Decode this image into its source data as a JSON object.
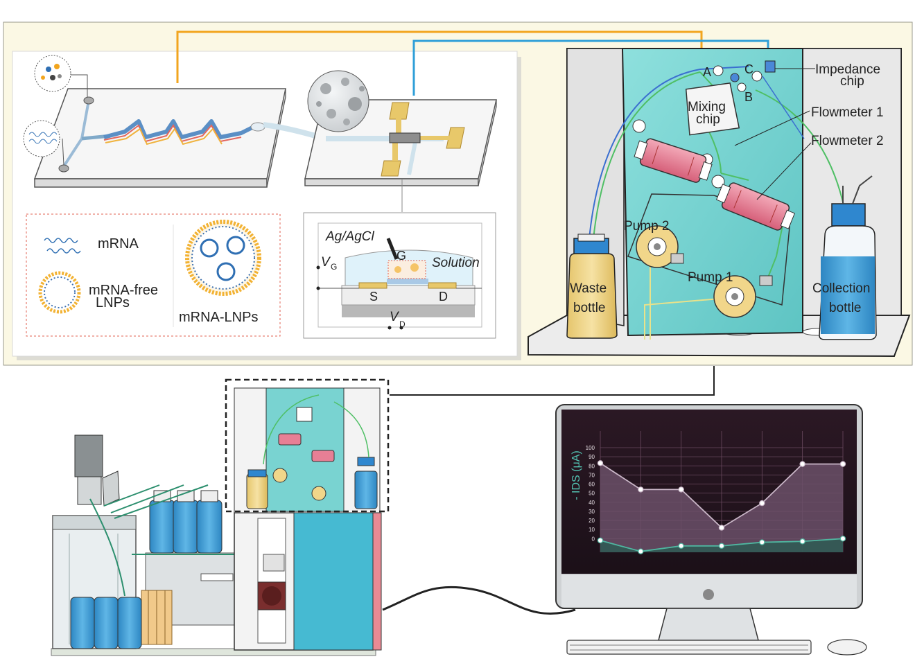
{
  "labels": {
    "impedance_chip": [
      "Impedance",
      "chip"
    ],
    "mixing_chip": [
      "Mixing",
      "chip"
    ],
    "port_a": "A",
    "port_b": "B",
    "port_c": "C",
    "flowmeter_1": "Flowmeter 1",
    "flowmeter_2": "Flowmeter 2",
    "pump_1": "Pump 1",
    "pump_2": "Pump 2",
    "waste_bottle": [
      "Waste",
      "bottle"
    ],
    "collection_bottle": [
      "Collection",
      "bottle"
    ]
  },
  "legend": {
    "mrna": "mRNA",
    "mrna_free_lnps": [
      "mRNA-free",
      "LNPs"
    ],
    "mrna_lnps": "mRNA-LNPs"
  },
  "transistor": {
    "ag_agcl": "Ag/AgCl",
    "gate": "G",
    "vg_symbol": "V",
    "vg_sub": "G",
    "solution": "Solution",
    "source": "S",
    "drain": "D",
    "vd_symbol": "V",
    "vd_sub": "D"
  },
  "colors": {
    "orange_wire": "#f2a51e",
    "blue_wire": "#2f9fd8",
    "teal_board": "#79d3d1",
    "pump_red": "#e77f95",
    "bottle_blue": "#3a9ad3",
    "waste_yellow": "#f1d68a",
    "panel_bg": "#fbf8e4",
    "monitor_screen": "#2a1a24"
  },
  "chart_data": {
    "type": "line",
    "ylabel": "- IDS (μA)",
    "yticks": [
      0,
      10,
      20,
      30,
      40,
      50,
      60,
      70,
      80,
      90,
      100
    ],
    "ylim": [
      -15,
      100
    ],
    "x": [
      1,
      2,
      3,
      4,
      5,
      6,
      7
    ],
    "series": [
      {
        "values": [
          83,
          54,
          54,
          12,
          39,
          82,
          82
        ],
        "color": "#c9b6c7",
        "fill": "#6b5068"
      },
      {
        "values": [
          -2,
          -14,
          -8,
          -8,
          -4,
          -3,
          0
        ],
        "color": "#4fb6a0",
        "fill": "#2e5c54"
      }
    ],
    "grid": true
  }
}
